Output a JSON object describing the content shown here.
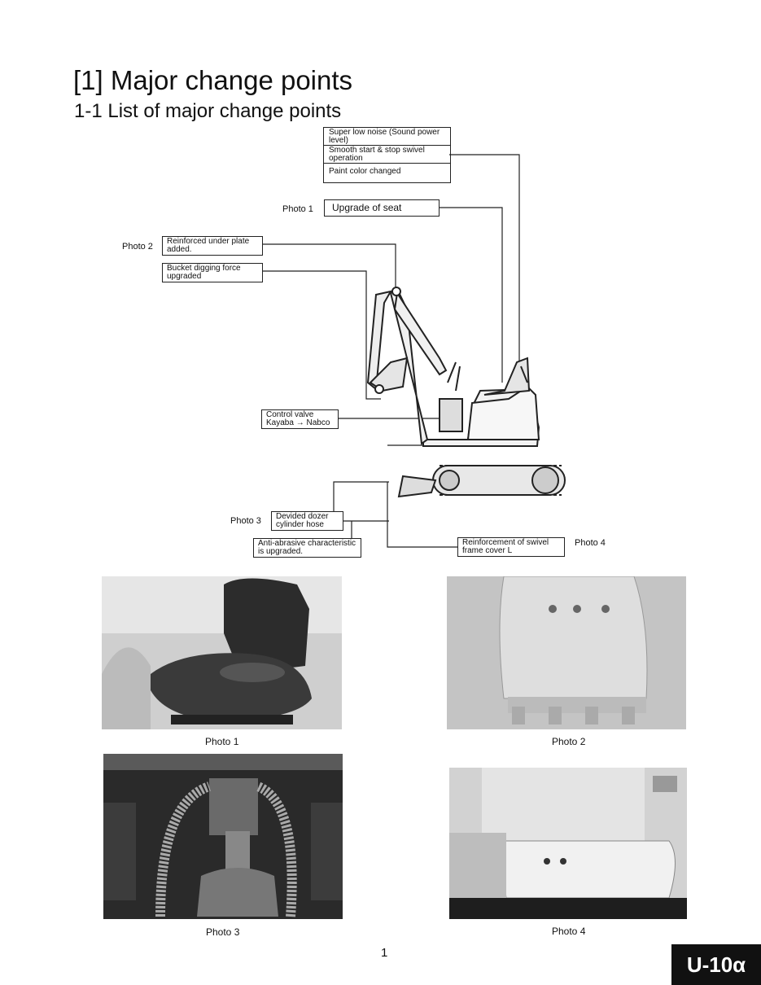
{
  "heading": "[1]  Major change points",
  "subheading": "1-1  List of major change points",
  "callouts": {
    "top_box": [
      "Super low noise\n(Sound power level)",
      "Smooth start & stop swivel operation",
      "Paint color changed"
    ],
    "seat": "Upgrade of seat",
    "under_plate": "Reinforced under plate added.",
    "bucket": "Bucket digging force upgraded",
    "control_valve": "Control valve\nKayaba → Nabco",
    "dozer": "Devided dozer cylinder hose",
    "abrasive": "Anti-abrasive characteristic is upgraded.",
    "swivel_cover": "Reinforcement of swivel frame cover L"
  },
  "photo_refs": {
    "seat": "Photo 1",
    "under_plate": "Photo 2",
    "dozer": "Photo 3",
    "swivel_cover": "Photo 4"
  },
  "captions": [
    "Photo 1",
    "Photo 2",
    "Photo 3",
    "Photo 4"
  ],
  "page_number": "1",
  "model": "U-10α"
}
